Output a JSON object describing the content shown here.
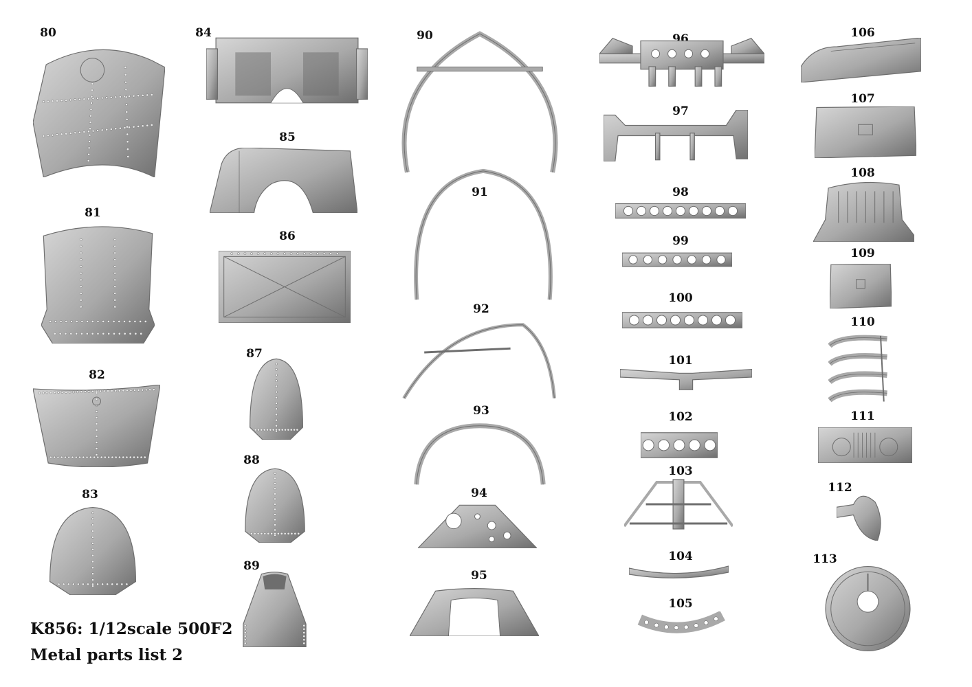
{
  "caption": {
    "line1": "K856: 1/12scale 500F2",
    "line2": "Metal parts list 2"
  },
  "colors": {
    "metal_light": "#d6d6d6",
    "metal_mid": "#a9a9a9",
    "metal_dark": "#6e6e6e",
    "rivet": "#ededed"
  },
  "parts": [
    {
      "number": "80",
      "shape": "cowl"
    },
    {
      "number": "81",
      "shape": "panel"
    },
    {
      "number": "82",
      "shape": "curved-panel"
    },
    {
      "number": "83",
      "shape": "shield"
    },
    {
      "number": "84",
      "shape": "box"
    },
    {
      "number": "85",
      "shape": "hood"
    },
    {
      "number": "86",
      "shape": "plate-x"
    },
    {
      "number": "87",
      "shape": "shield"
    },
    {
      "number": "88",
      "shape": "shield"
    },
    {
      "number": "89",
      "shape": "nose"
    },
    {
      "number": "90",
      "shape": "hoop-frame"
    },
    {
      "number": "91",
      "shape": "hoop"
    },
    {
      "number": "92",
      "shape": "arch-braced"
    },
    {
      "number": "93",
      "shape": "arch"
    },
    {
      "number": "94",
      "shape": "dash-panel"
    },
    {
      "number": "95",
      "shape": "bulkhead"
    },
    {
      "number": "96",
      "shape": "crossmember"
    },
    {
      "number": "97",
      "shape": "beam"
    },
    {
      "number": "98",
      "shape": "strip-holes"
    },
    {
      "number": "99",
      "shape": "strip-holes"
    },
    {
      "number": "100",
      "shape": "strip-holes"
    },
    {
      "number": "101",
      "shape": "bracket"
    },
    {
      "number": "102",
      "shape": "strip-holes"
    },
    {
      "number": "103",
      "shape": "truss"
    },
    {
      "number": "104",
      "shape": "bar"
    },
    {
      "number": "105",
      "shape": "arc-strip"
    },
    {
      "number": "106",
      "shape": "channel"
    },
    {
      "number": "107",
      "shape": "tray"
    },
    {
      "number": "108",
      "shape": "tank"
    },
    {
      "number": "109",
      "shape": "tray"
    },
    {
      "number": "110",
      "shape": "ribs"
    },
    {
      "number": "111",
      "shape": "radiator"
    },
    {
      "number": "112",
      "shape": "cone"
    },
    {
      "number": "113",
      "shape": "disc"
    }
  ]
}
